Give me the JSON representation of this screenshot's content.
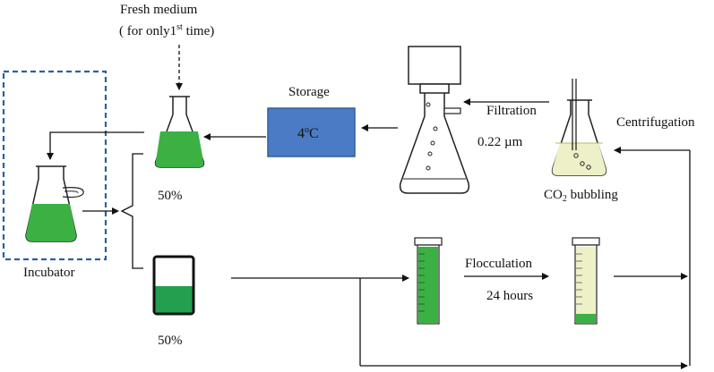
{
  "colors": {
    "culture_green": "#3bb143",
    "light_green": "#a8d99a",
    "storage_blue": "#4a7bc4",
    "storage_border": "#2f5f9e",
    "incubator_border": "#2f5f9e",
    "pale_medium": "#eef0c8",
    "line": "#111111"
  },
  "labels": {
    "fresh_medium": "Fresh medium",
    "fresh_medium_note_prefix": "( for only1",
    "fresh_medium_note_sup": "st",
    "fresh_medium_note_suffix": " time)",
    "storage": "Storage",
    "storage_temp_prefix": "4",
    "storage_temp_sup": "o",
    "storage_temp_suffix": "C",
    "filtration": "Filtration",
    "filter_size": "0.22 µm",
    "centrifugation": "Centrifugation",
    "co2_prefix": "CO",
    "co2_sub": "2",
    "co2_suffix": " bubbling",
    "incubator": "Incubator",
    "split_top": "50%",
    "split_bottom": "50%",
    "flocculation": "Flocculation",
    "flocculation_time": "24 hours"
  },
  "icons": {
    "incubator_flask": "erlenmeyer-flask-icon",
    "culture_flask": "erlenmeyer-flask-icon",
    "harvest_beaker": "beaker-icon",
    "filter_flask": "vacuum-filter-flask-icon",
    "bubbling_flask": "gas-bubbling-flask-icon",
    "cylinder": "graduated-cylinder-icon"
  }
}
